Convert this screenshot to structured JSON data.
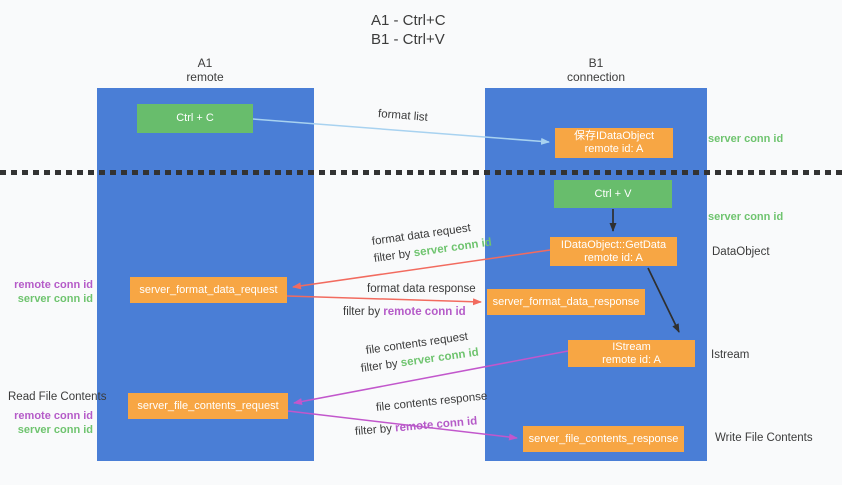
{
  "title": {
    "line1": "A1 - Ctrl+C",
    "line2": "B1 - Ctrl+V"
  },
  "lanes": {
    "left": {
      "name": "A1",
      "role": "remote"
    },
    "right": {
      "name": "B1",
      "role": "connection"
    }
  },
  "nodes": {
    "ctrl_c": {
      "label": "Ctrl + C"
    },
    "ctrl_v": {
      "label": "Ctrl + V"
    },
    "save_dataobject": {
      "line1": "保存IDataObject",
      "line2": "remote id: A"
    },
    "getdata": {
      "line1": "IDataObject::GetData",
      "line2": "remote id: A"
    },
    "istream": {
      "line1": "IStream",
      "line2": "remote id: A"
    },
    "format_request": {
      "label": "server_format_data_request"
    },
    "format_response": {
      "label": "server_format_data_response"
    },
    "file_request": {
      "label": "server_file_contents_request"
    },
    "file_response": {
      "label": "server_file_contents_response"
    }
  },
  "arrow_labels": {
    "format_list": "format list",
    "format_data_request": "format data request",
    "format_data_response": "format data response",
    "file_contents_request": "file contents request",
    "file_contents_response": "file contents response",
    "filter_by": "filter by ",
    "server_conn_id": "server conn id",
    "remote_conn_id": "remote conn id"
  },
  "side_labels": {
    "right_server_conn_id_top": "server conn id",
    "right_server_conn_id_mid": "server conn id",
    "right_dataobject": "DataObject",
    "right_istream": "Istream",
    "right_write_file_contents": "Write File Contents",
    "left_read_file_contents": "Read File Contents",
    "left_mid_remote_conn_id": "remote conn id",
    "left_mid_server_conn_id": "server conn id",
    "left_bottom_remote_conn_id": "remote conn id",
    "left_bottom_server_conn_id": "server conn id"
  },
  "colors": {
    "lane_blue": "#4a7ed6",
    "box_green": "#68bd6c",
    "box_orange": "#f7a644",
    "text_green": "#6fc46f",
    "text_purple": "#b55bc8",
    "arrow_red": "#f26b5f",
    "arrow_magenta": "#c257cc",
    "arrow_blue": "#a8d2f0",
    "arrow_black": "#2f2f2f"
  }
}
